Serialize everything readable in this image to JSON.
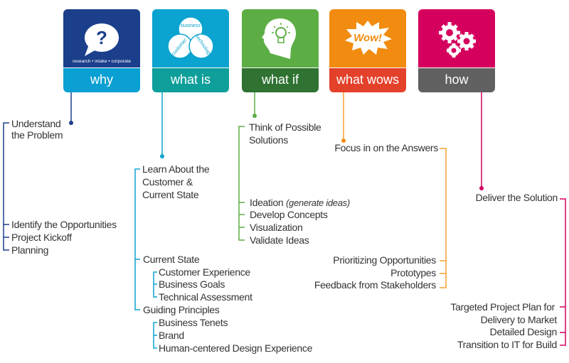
{
  "colors": {
    "why": "#1b3f8b",
    "why_label": "#0ba0d3",
    "whatis": "#0ba3cf",
    "whatis_label": "#0f9f9b",
    "whatif": "#5cae44",
    "whatif_label": "#2f7232",
    "wows": "#f18c10",
    "wows_label": "#e4412b",
    "how": "#d5005e",
    "how_label": "#606060"
  },
  "tiles": {
    "why": {
      "label": "why",
      "tagline": "research • intake • corporate",
      "icon": "speech-bubble-question-icon"
    },
    "whatis": {
      "label": "what is",
      "circles": [
        "business",
        "customer",
        "technology"
      ],
      "icon": "venn-diagram-icon"
    },
    "whatif": {
      "label": "what if",
      "icon": "head-lightbulb-icon"
    },
    "wows": {
      "label": "what wows",
      "burst_text": "Wow!",
      "icon": "wow-burst-icon"
    },
    "how": {
      "label": "how",
      "icon": "gears-icon"
    }
  },
  "why": {
    "items": [
      "Understand",
      "the Problem",
      "Identify the Opportunities",
      "Project Kickoff",
      "Planning"
    ]
  },
  "whatis": {
    "items": [
      "Learn About the",
      "Customer &",
      "Current State",
      "Current State",
      "Customer Experience",
      "Business Goals",
      "Technical Assessment",
      "Guiding Principles",
      "Business Tenets",
      "Brand",
      "Human-centered Design Experience"
    ]
  },
  "whatif": {
    "items": [
      "Think of Possible",
      "Solutions",
      "Ideation ",
      "(generate ideas)",
      "Develop  Concepts",
      "Visualization",
      "Validate Ideas"
    ]
  },
  "wows": {
    "items": [
      "Focus in on the Answers",
      "Prioritizing Opportunities",
      "Prototypes",
      "Feedback from Stakeholders"
    ]
  },
  "how": {
    "items": [
      "Deliver the Solution",
      "Targeted Project Plan for",
      "Delivery to Market",
      "Detailed Design",
      "Transition to IT for Build"
    ]
  }
}
